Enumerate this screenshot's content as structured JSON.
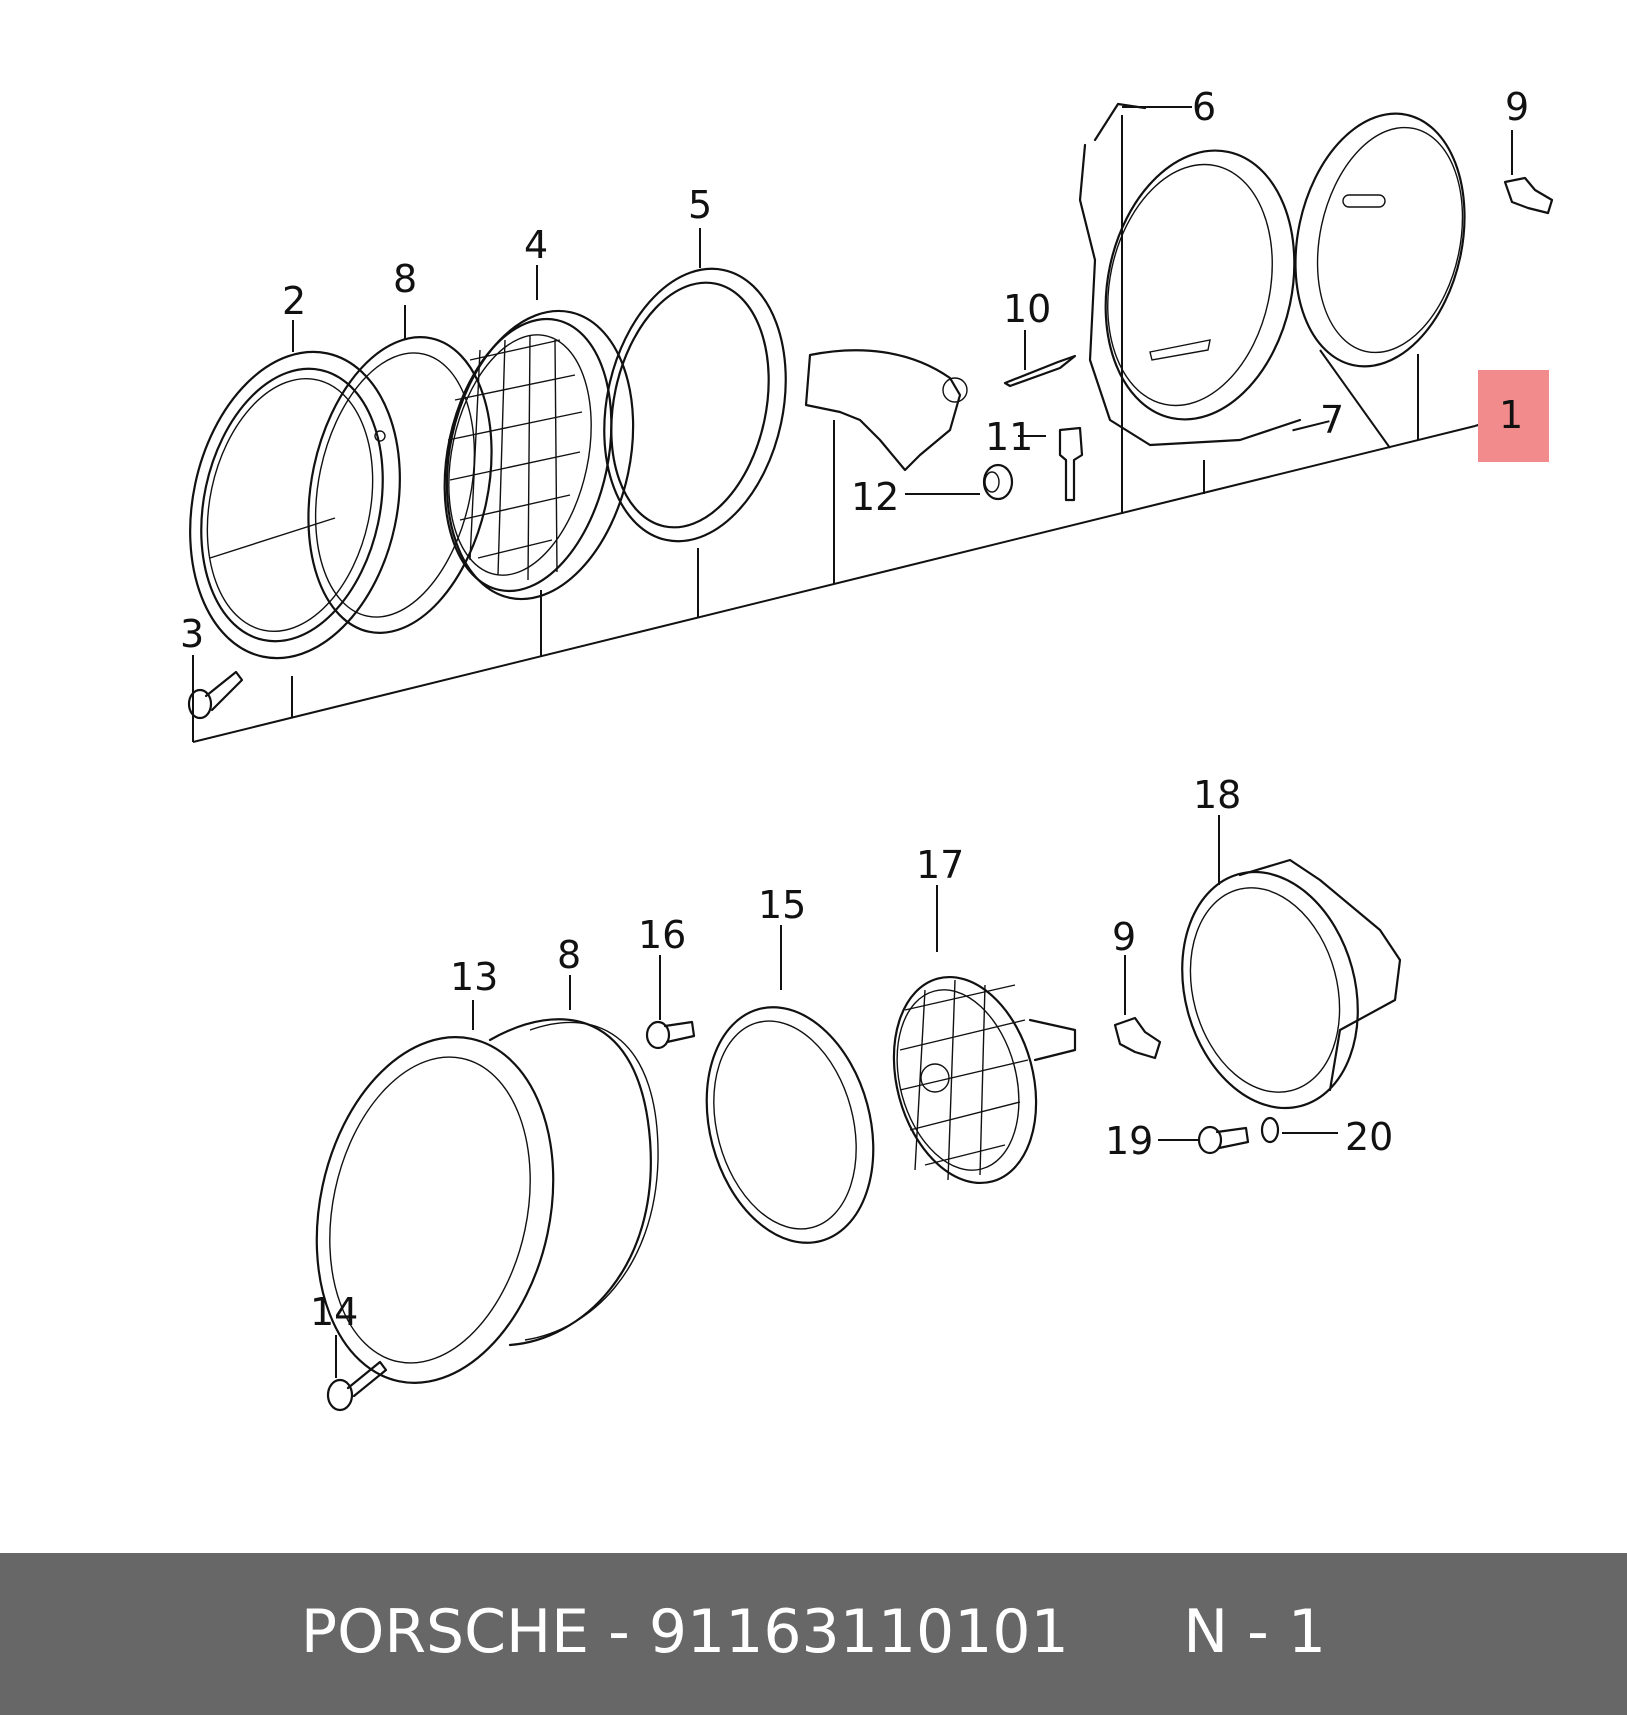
{
  "callouts": {
    "c1": "1",
    "c2": "2",
    "c3": "3",
    "c4": "4",
    "c5": "5",
    "c6": "6",
    "c7": "7",
    "c8a": "8",
    "c9a": "9",
    "c10": "10",
    "c11": "11",
    "c12": "12",
    "c13": "13",
    "c14": "14",
    "c15": "15",
    "c16": "16",
    "c17": "17",
    "c18": "18",
    "c8b": "8",
    "c9b": "9",
    "c19": "19",
    "c20": "20"
  },
  "highlight_color": "#f28b8b",
  "footer": {
    "brand": "PORSCHE",
    "separator": "-",
    "part_number": "91163110101",
    "position": "N - 1"
  },
  "colors": {
    "footer_bg": "#676767",
    "footer_text": "#ffffff",
    "line_art": "#111111"
  }
}
